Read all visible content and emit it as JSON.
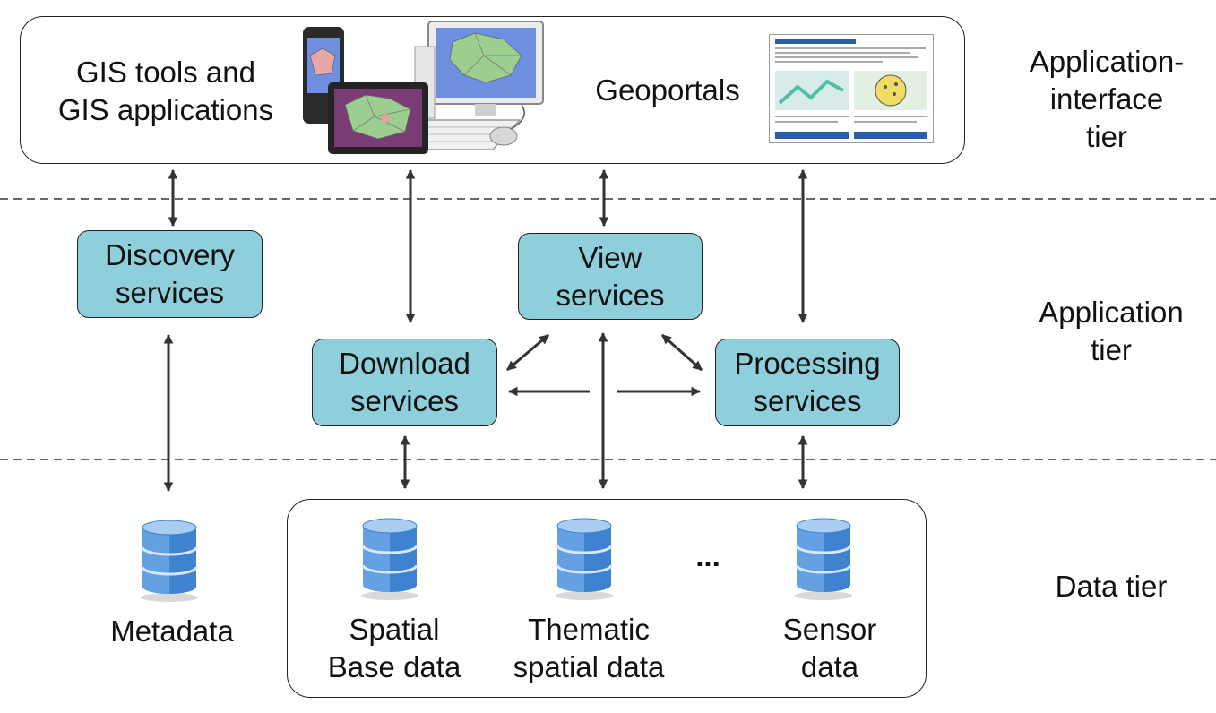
{
  "app_interface": {
    "gis_label": "GIS tools and\nGIS applications",
    "geoportals_label": "Geoportals"
  },
  "services": {
    "discovery": "Discovery\nservices",
    "view": "View\nservices",
    "download": "Download\nservices",
    "processing": "Processing\nservices"
  },
  "data": {
    "metadata": "Metadata",
    "spatial_base": "Spatial\nBase data",
    "thematic": "Thematic\nspatial data",
    "ellipsis": "...",
    "sensor": "Sensor\ndata"
  },
  "tiers": {
    "application_interface": "Application-\ninterface\ntier",
    "application": "Application\ntier",
    "data": "Data tier"
  },
  "colors": {
    "service_fill": "#8ecfdb",
    "db_blue": "#4f8fd0",
    "line": "#333333"
  }
}
